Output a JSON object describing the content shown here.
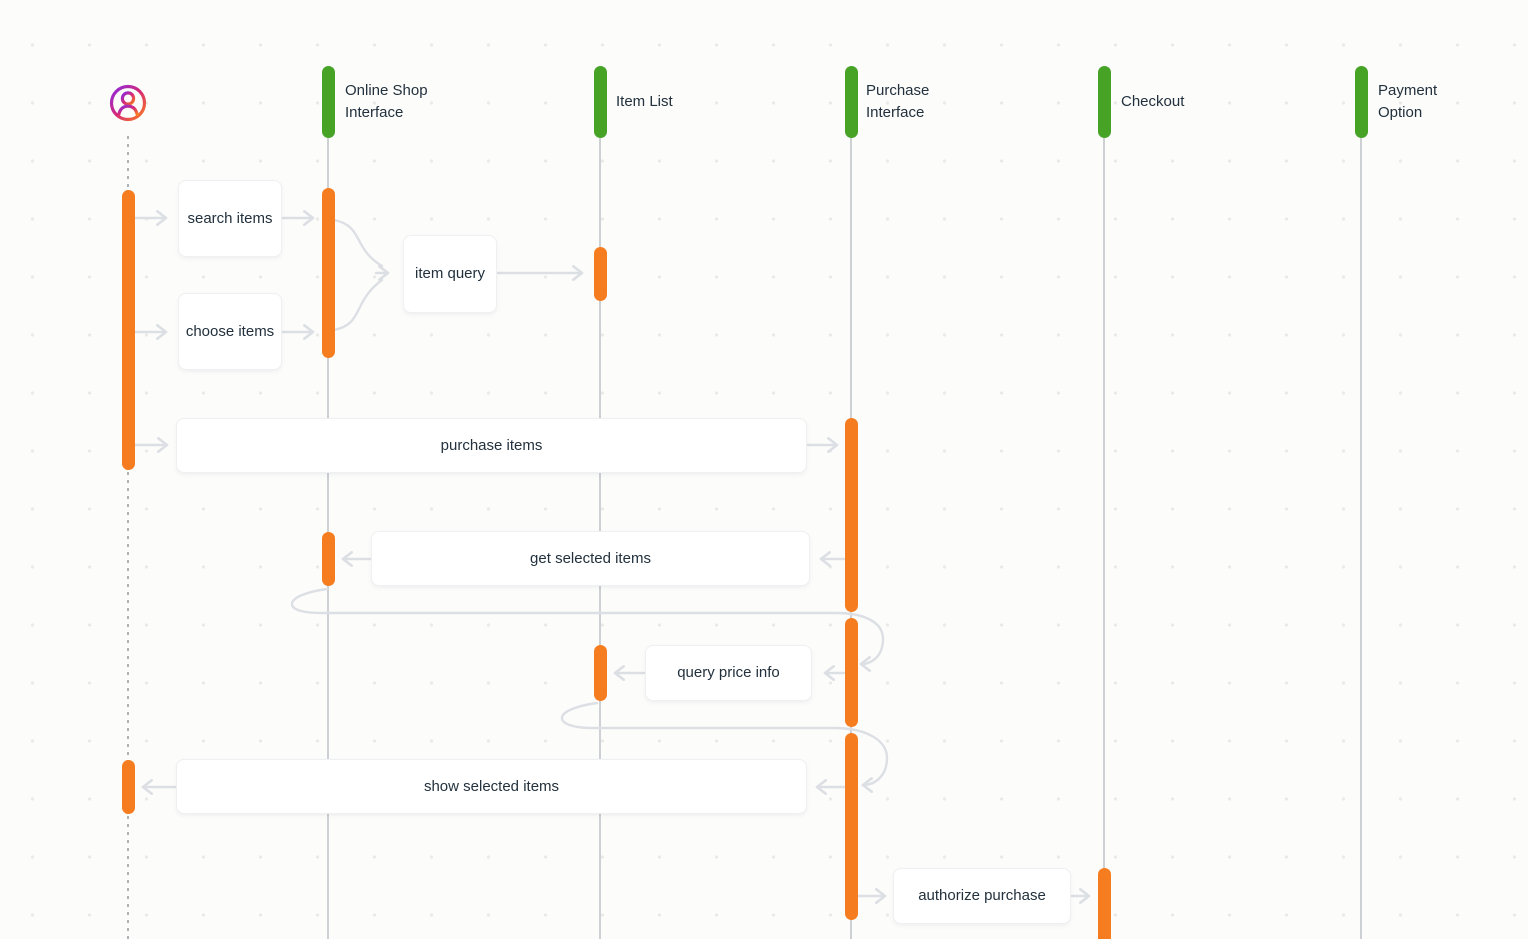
{
  "diagram": {
    "type": "uml-sequence-diagram",
    "colors": {
      "activation_bar": "#F57D20",
      "lifeline_head": "#46A326",
      "lifeline_line": "#CDD1D4",
      "connector": "#DCDFE3",
      "text": "#22313D",
      "box_background": "#FFFFFF",
      "canvas_background": "#FCFCFB",
      "actor_gradient_start": "#8A2BE2",
      "actor_gradient_mid": "#D62976",
      "actor_gradient_end": "#FA7E1E"
    },
    "lifelines": [
      {
        "id": "user",
        "label": "",
        "kind": "actor",
        "icon": "user-avatar-icon"
      },
      {
        "id": "online-shop-interface",
        "label": "Online Shop Interface",
        "kind": "object"
      },
      {
        "id": "item-list",
        "label": "Item List",
        "kind": "object"
      },
      {
        "id": "purchase-interface",
        "label": "Purchase Interface",
        "kind": "object"
      },
      {
        "id": "checkout",
        "label": "Checkout",
        "kind": "object"
      },
      {
        "id": "payment-option",
        "label": "Payment Option",
        "kind": "object"
      }
    ],
    "messages": [
      {
        "label": "search items",
        "from": "user",
        "to": "online-shop-interface"
      },
      {
        "label": "choose items",
        "from": "user",
        "to": "online-shop-interface"
      },
      {
        "label": "item query",
        "from": "online-shop-interface",
        "to": "item-list"
      },
      {
        "label": "purchase items",
        "from": "user",
        "to": "purchase-interface"
      },
      {
        "label": "get selected items",
        "from": "purchase-interface",
        "to": "online-shop-interface"
      },
      {
        "label": "query price info",
        "from": "purchase-interface",
        "to": "item-list"
      },
      {
        "label": "show selected items",
        "from": "purchase-interface",
        "to": "user"
      },
      {
        "label": "authorize purchase",
        "from": "purchase-interface",
        "to": "checkout"
      }
    ]
  }
}
